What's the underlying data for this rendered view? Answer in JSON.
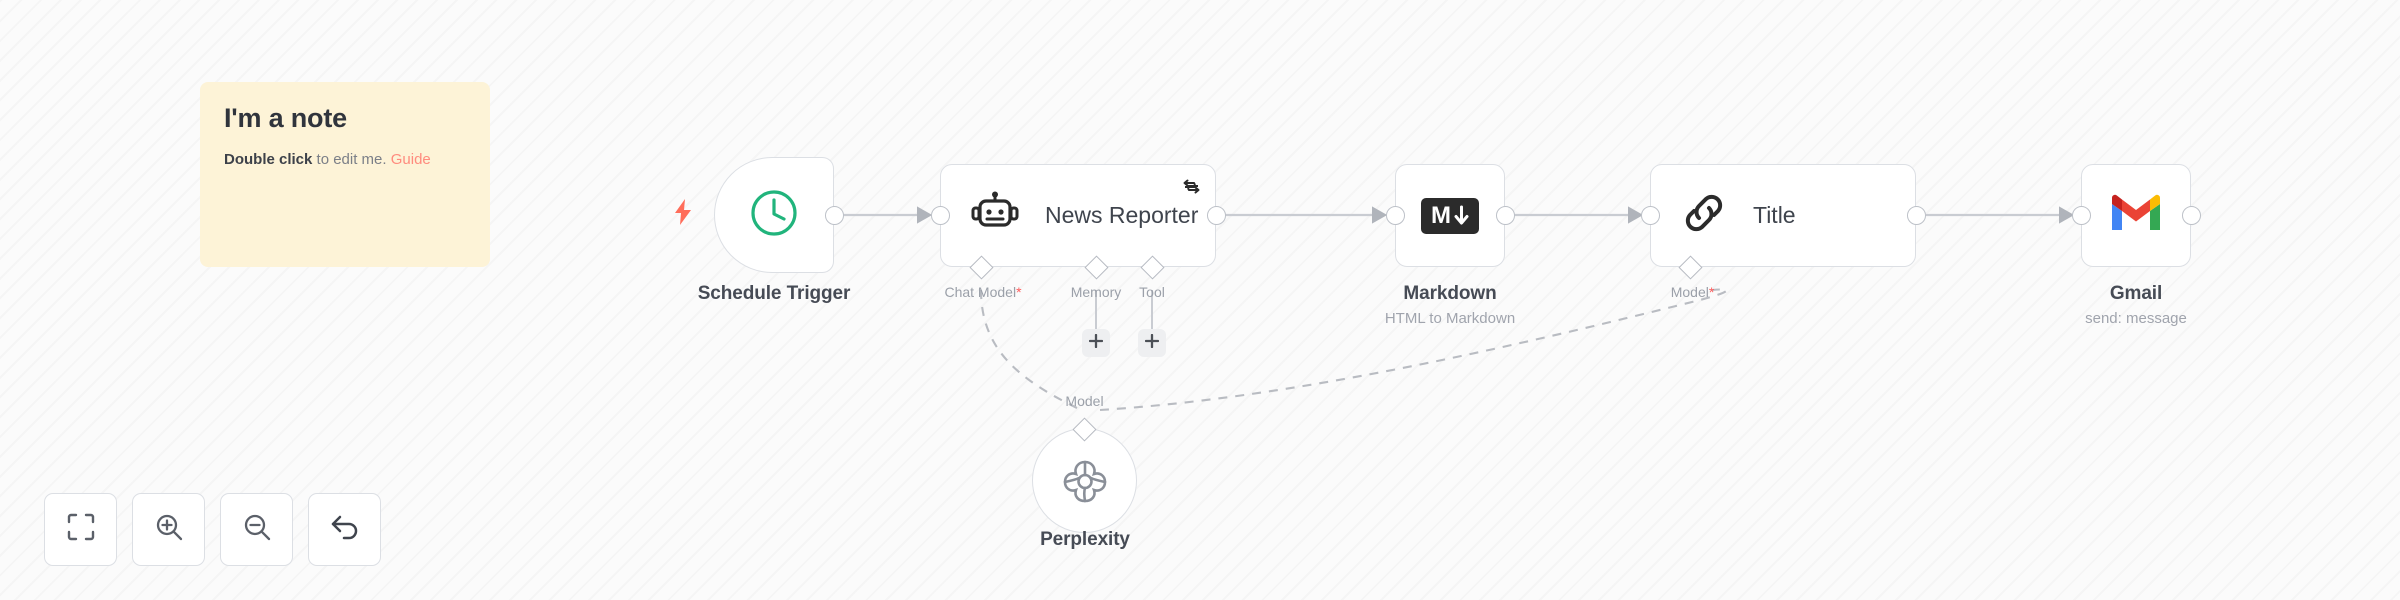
{
  "canvas": {
    "background_color": "#fbfbfb",
    "stripe_color": "#f1f1f1"
  },
  "note": {
    "title": "I'm a note",
    "body_strong": "Double click",
    "body_text": " to edit me. ",
    "link_label": "Guide",
    "background_color": "#fdf3d7",
    "link_color": "#ff8b7e"
  },
  "nodes": [
    {
      "id": "schedule-trigger",
      "label": "Schedule Trigger",
      "sublabel": "",
      "icon": "clock-icon",
      "icon_color": "#21b47c",
      "shape": "trigger"
    },
    {
      "id": "news-reporter",
      "label": "News Reporter",
      "sublabel": "",
      "icon": "robot-icon",
      "icon_color": "#2b2b2b",
      "shape": "wide",
      "badge": "retry-icon",
      "sub_connectors": [
        {
          "label": "Chat Model",
          "required": true
        },
        {
          "label": "Memory",
          "required": false
        },
        {
          "label": "Tool",
          "required": false
        }
      ]
    },
    {
      "id": "markdown",
      "label": "Markdown",
      "sublabel": "HTML to Markdown",
      "icon": "markdown-icon",
      "icon_color": "#2b2b2b",
      "shape": "square"
    },
    {
      "id": "title",
      "label": "Title",
      "sublabel": "",
      "icon": "link-chain-icon",
      "icon_color": "#2b2b2b",
      "shape": "wide",
      "sub_connectors": [
        {
          "label": "Model",
          "required": true
        }
      ]
    },
    {
      "id": "gmail",
      "label": "Gmail",
      "sublabel": "send: message",
      "icon": "gmail-icon",
      "icon_color": "#ea4335",
      "shape": "square"
    },
    {
      "id": "perplexity",
      "label": "Perplexity",
      "sublabel": "",
      "icon": "perplexity-icon",
      "icon_color": "#8a8f98",
      "shape": "circle",
      "sub_connectors": [
        {
          "label": "Model",
          "required": false
        }
      ]
    }
  ],
  "add_buttons": [
    {
      "id": "add-memory",
      "label": "+"
    },
    {
      "id": "add-tool",
      "label": "+"
    }
  ],
  "toolbar": [
    {
      "id": "fit-view",
      "icon": "fit-to-view-icon"
    },
    {
      "id": "zoom-in",
      "icon": "zoom-in-icon"
    },
    {
      "id": "zoom-out",
      "icon": "zoom-out-icon"
    },
    {
      "id": "reset-zoom",
      "icon": "undo-arrow-icon"
    }
  ],
  "trigger_indicator": {
    "icon": "lightning-bolt-icon",
    "color": "#ff6d5a"
  }
}
